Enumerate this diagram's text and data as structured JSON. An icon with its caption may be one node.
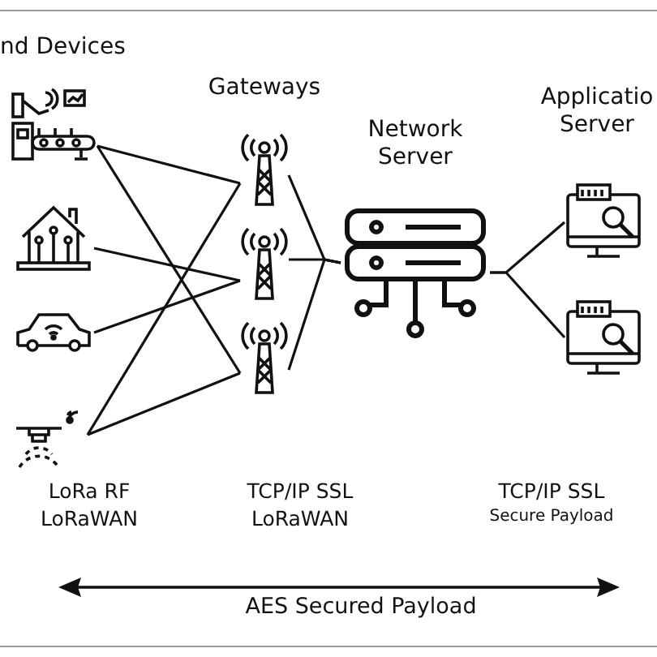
{
  "diagram": {
    "nodes": [
      {
        "text": [],
        "shape": "picture"
      },
      {
        "text": [],
        "shape": "picture"
      },
      {
        "text": [],
        "shape": "picture"
      },
      {
        "text": [],
        "shape": "picture"
      },
      {
        "text": [],
        "shape": "picture"
      },
      {
        "text": [],
        "shape": "picture"
      },
      {
        "text": [],
        "shape": "picture"
      },
      {
        "text": [
          "Network Server"
        ]
      },
      {
        "text": [],
        "shape": "picture"
      },
      {
        "text": [],
        "shape": "picture"
      }
    ],
    "edges": [
      {
        "from": 0,
        "to": 4,
        "arrow": "none"
      },
      {
        "from": 0,
        "to": 6,
        "arrow": "none"
      },
      {
        "from": 1,
        "to": 5,
        "arrow": "none"
      },
      {
        "from": 2,
        "to": 5,
        "arrow": "none"
      },
      {
        "from": 3,
        "to": 4,
        "arrow": "none"
      },
      {
        "from": 3,
        "to": 6,
        "arrow": "none"
      },
      {
        "from": 4,
        "to": 7,
        "arrow": "none"
      },
      {
        "from": 5,
        "to": 7,
        "arrow": "none"
      },
      {
        "from": 6,
        "to": 7,
        "arrow": "none"
      },
      {
        "from": 7,
        "to": 8,
        "arrow": "none"
      },
      {
        "from": 7,
        "to": 9,
        "arrow": "none"
      }
    ],
    "labels": [
      "nd Devices",
      "Gateways",
      "Applicatio Server",
      "LoRa RF LoRaWAN",
      "TCP/IP SSL LoRaWAN",
      "TCP/IP SSL",
      "Secure Payload",
      "AES Secured Payload"
    ]
  }
}
